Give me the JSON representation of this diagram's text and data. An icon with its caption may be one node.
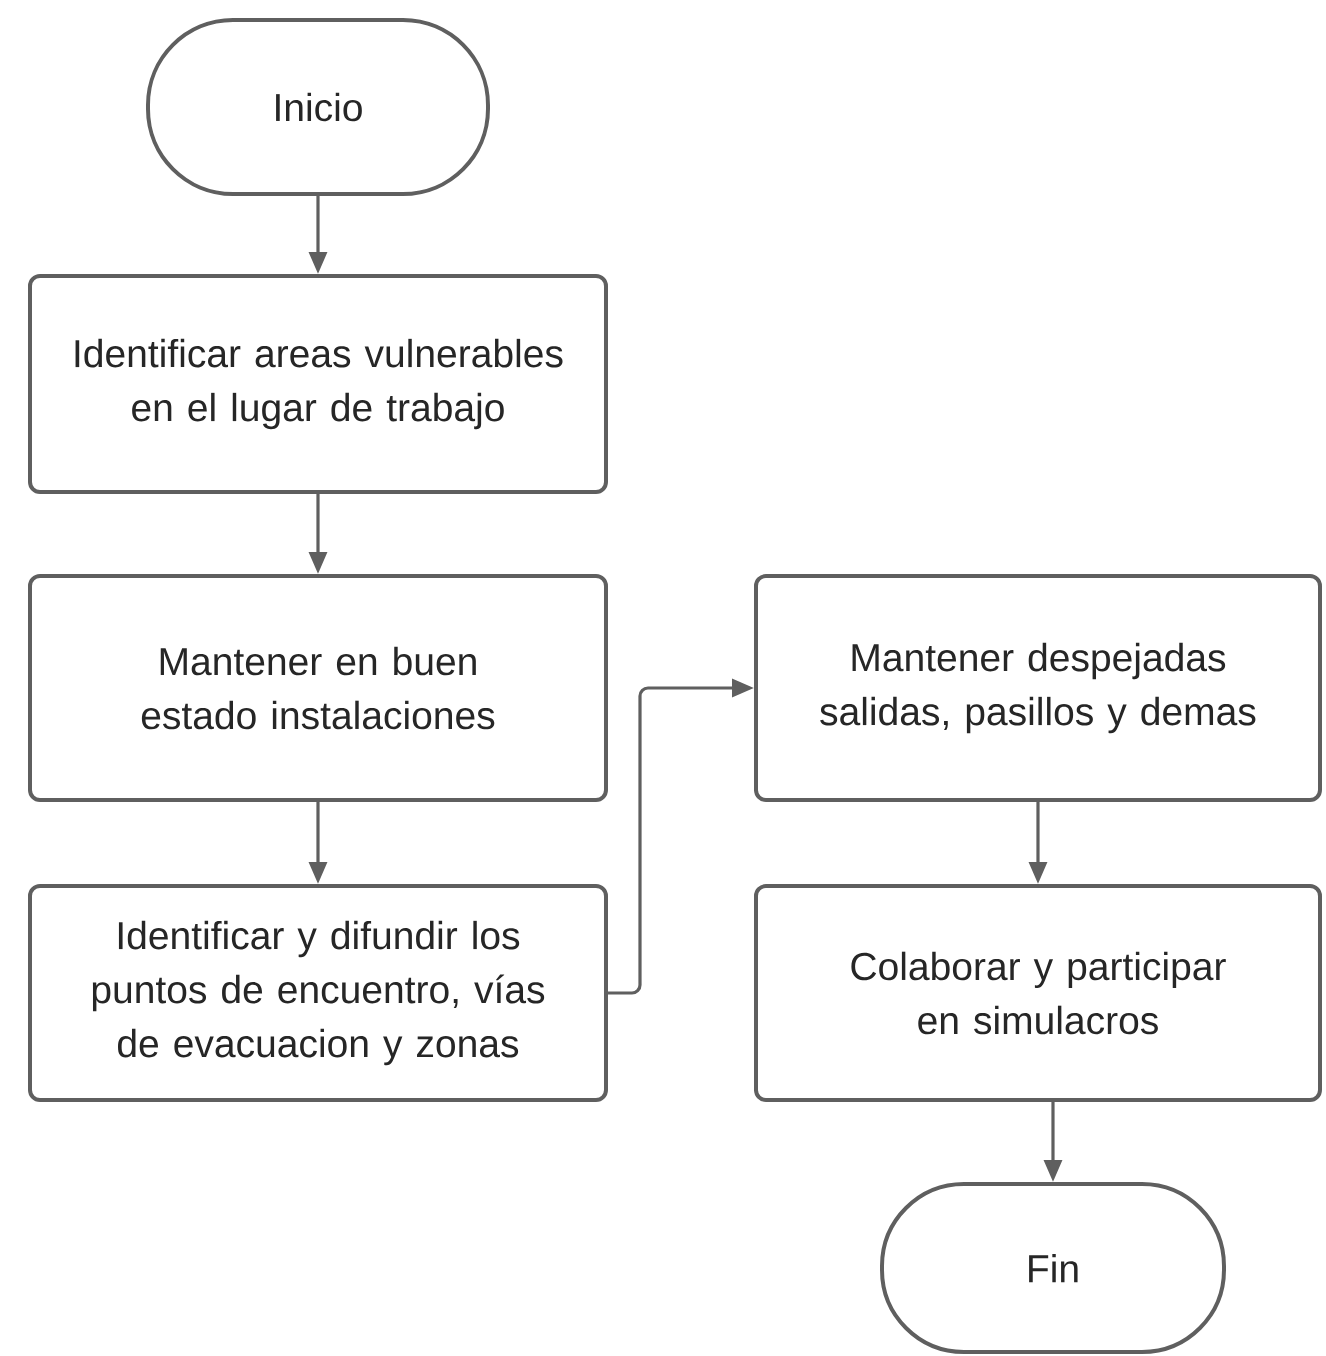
{
  "diagram": {
    "nodes": [
      {
        "text": [
          "Inicio"
        ]
      },
      {
        "text": [
          "Identificar areas vulnerables en el lugar de trabajo"
        ]
      },
      {
        "text": [
          "Mantener en buen estado instalaciones"
        ]
      },
      {
        "text": [
          "Identificar y difundir los puntos de encuentro, vías de evacuacion y zonas"
        ]
      },
      {
        "text": [
          "Mantener despejadas salidas, pasillos y demas"
        ]
      },
      {
        "text": [
          "Colaborar y participar en simulacros"
        ]
      },
      {
        "text": [
          "Fin"
        ]
      }
    ],
    "edges": [
      {
        "from": 0,
        "to": 1,
        "arrow": "to"
      },
      {
        "from": 1,
        "to": 2,
        "arrow": "to"
      },
      {
        "from": 2,
        "to": 3,
        "arrow": "to"
      },
      {
        "from": 3,
        "to": 4,
        "arrow": "to"
      },
      {
        "from": 4,
        "to": 5,
        "arrow": "to"
      },
      {
        "from": 5,
        "to": 6,
        "arrow": "to"
      }
    ]
  }
}
